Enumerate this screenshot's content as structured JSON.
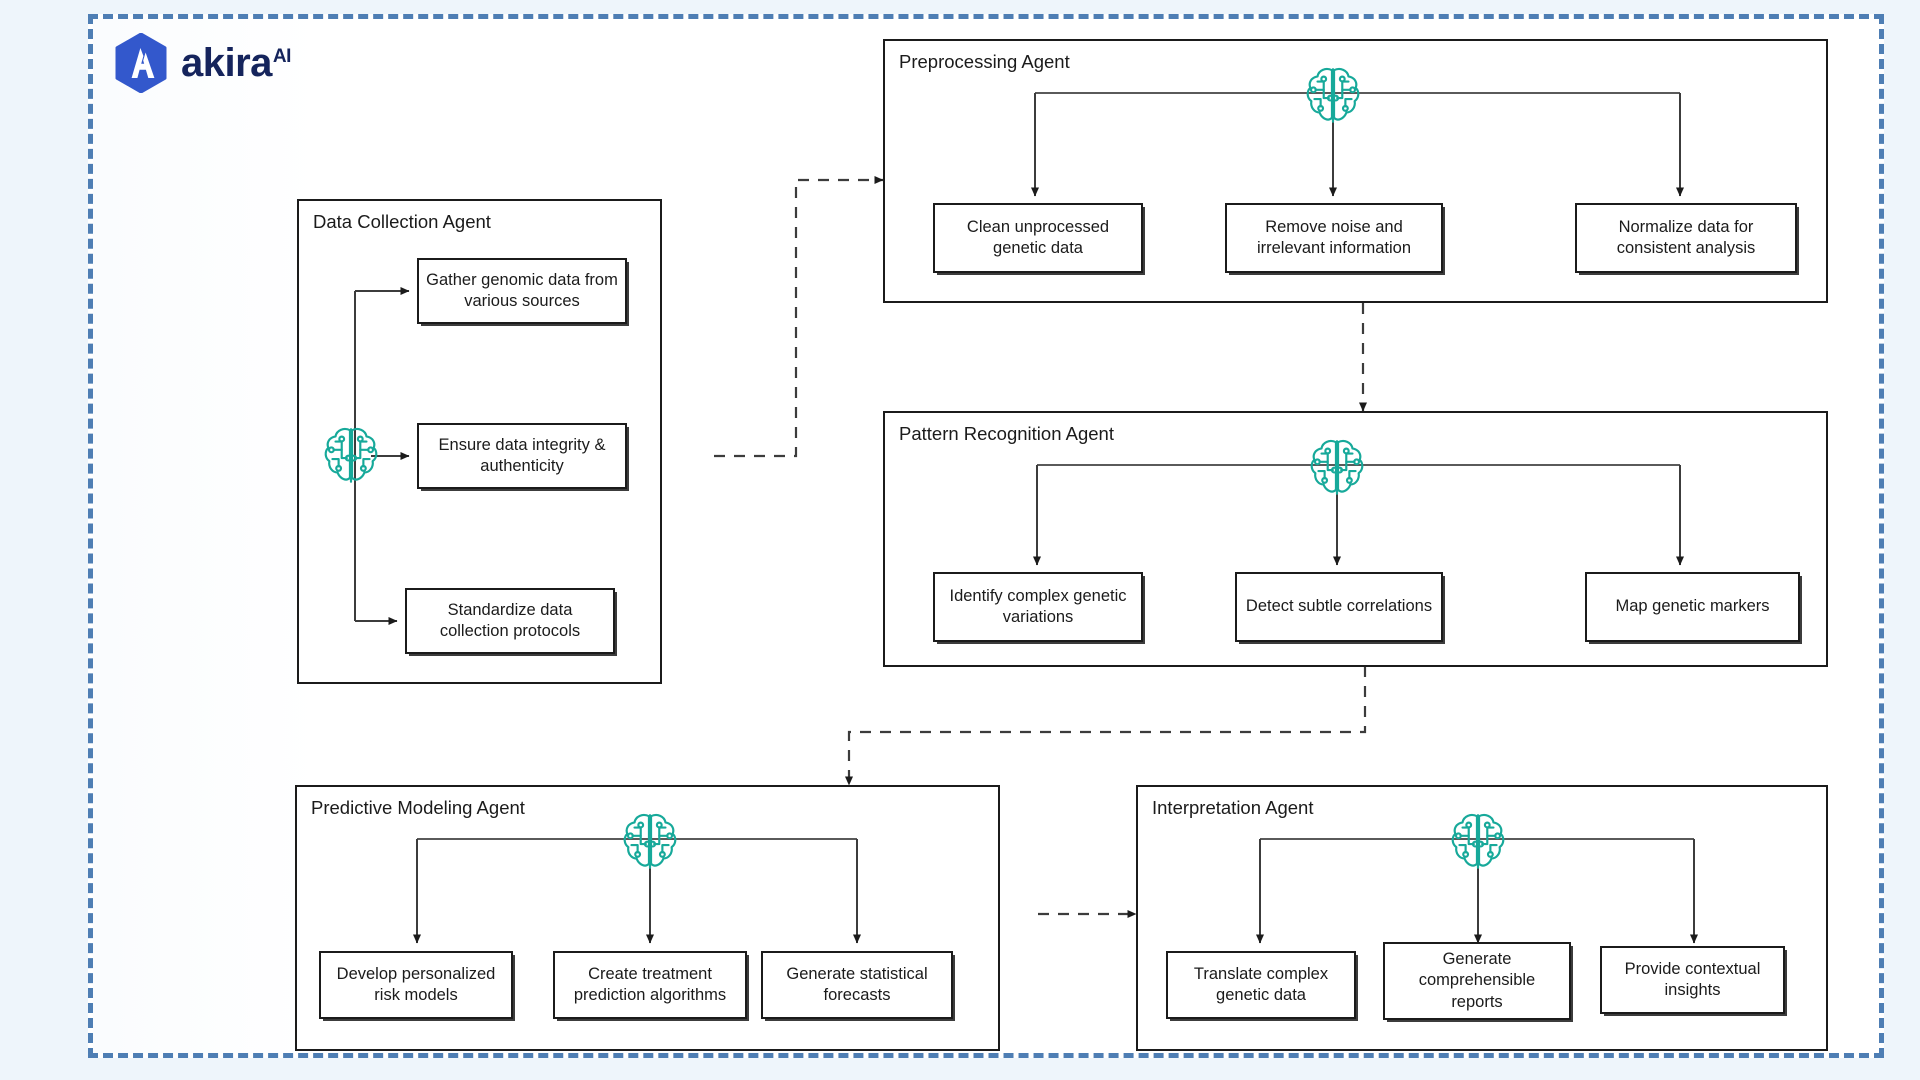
{
  "brand": {
    "name": "akira",
    "superscript": "AI",
    "logo_icon": "akira-hexagon-logo",
    "hex_color": "#3358cc",
    "text_color": "#15245c"
  },
  "theme": {
    "page_background": "#eef5fb",
    "canvas_background": "#ffffff",
    "frame_border_color": "#4e7eb4",
    "box_border_color": "#1b1b1b",
    "brain_icon_color": "#17a99a",
    "connector_color": "#3c3c3c"
  },
  "agents": [
    {
      "id": "data-collection",
      "title": "Data Collection Agent",
      "icon": "brain-circuit-icon",
      "tasks": [
        "Gather genomic data from various sources",
        "Ensure data integrity & authenticity",
        "Standardize data collection protocols"
      ]
    },
    {
      "id": "preprocessing",
      "title": "Preprocessing Agent",
      "icon": "brain-circuit-icon",
      "tasks": [
        "Clean unprocessed genetic data",
        "Remove noise and irrelevant information",
        "Normalize data for consistent analysis"
      ]
    },
    {
      "id": "pattern-recognition",
      "title": "Pattern Recognition Agent",
      "icon": "brain-circuit-icon",
      "tasks": [
        "Identify complex genetic variations",
        "Detect subtle correlations",
        "Map genetic markers"
      ]
    },
    {
      "id": "predictive-modeling",
      "title": "Predictive Modeling Agent",
      "icon": "brain-circuit-icon",
      "tasks": [
        "Develop personalized risk models",
        "Create treatment prediction algorithms",
        "Generate statistical forecasts"
      ]
    },
    {
      "id": "interpretation",
      "title": "Interpretation Agent",
      "icon": "brain-circuit-icon",
      "tasks": [
        "Translate complex genetic data",
        "Generate comprehensible reports",
        "Provide contextual insights"
      ]
    }
  ],
  "flow": [
    {
      "from": "data-collection",
      "to": "preprocessing",
      "style": "dashed"
    },
    {
      "from": "preprocessing",
      "to": "pattern-recognition",
      "style": "dashed"
    },
    {
      "from": "pattern-recognition",
      "to": "predictive-modeling",
      "style": "dashed"
    },
    {
      "from": "predictive-modeling",
      "to": "interpretation",
      "style": "dashed"
    }
  ]
}
